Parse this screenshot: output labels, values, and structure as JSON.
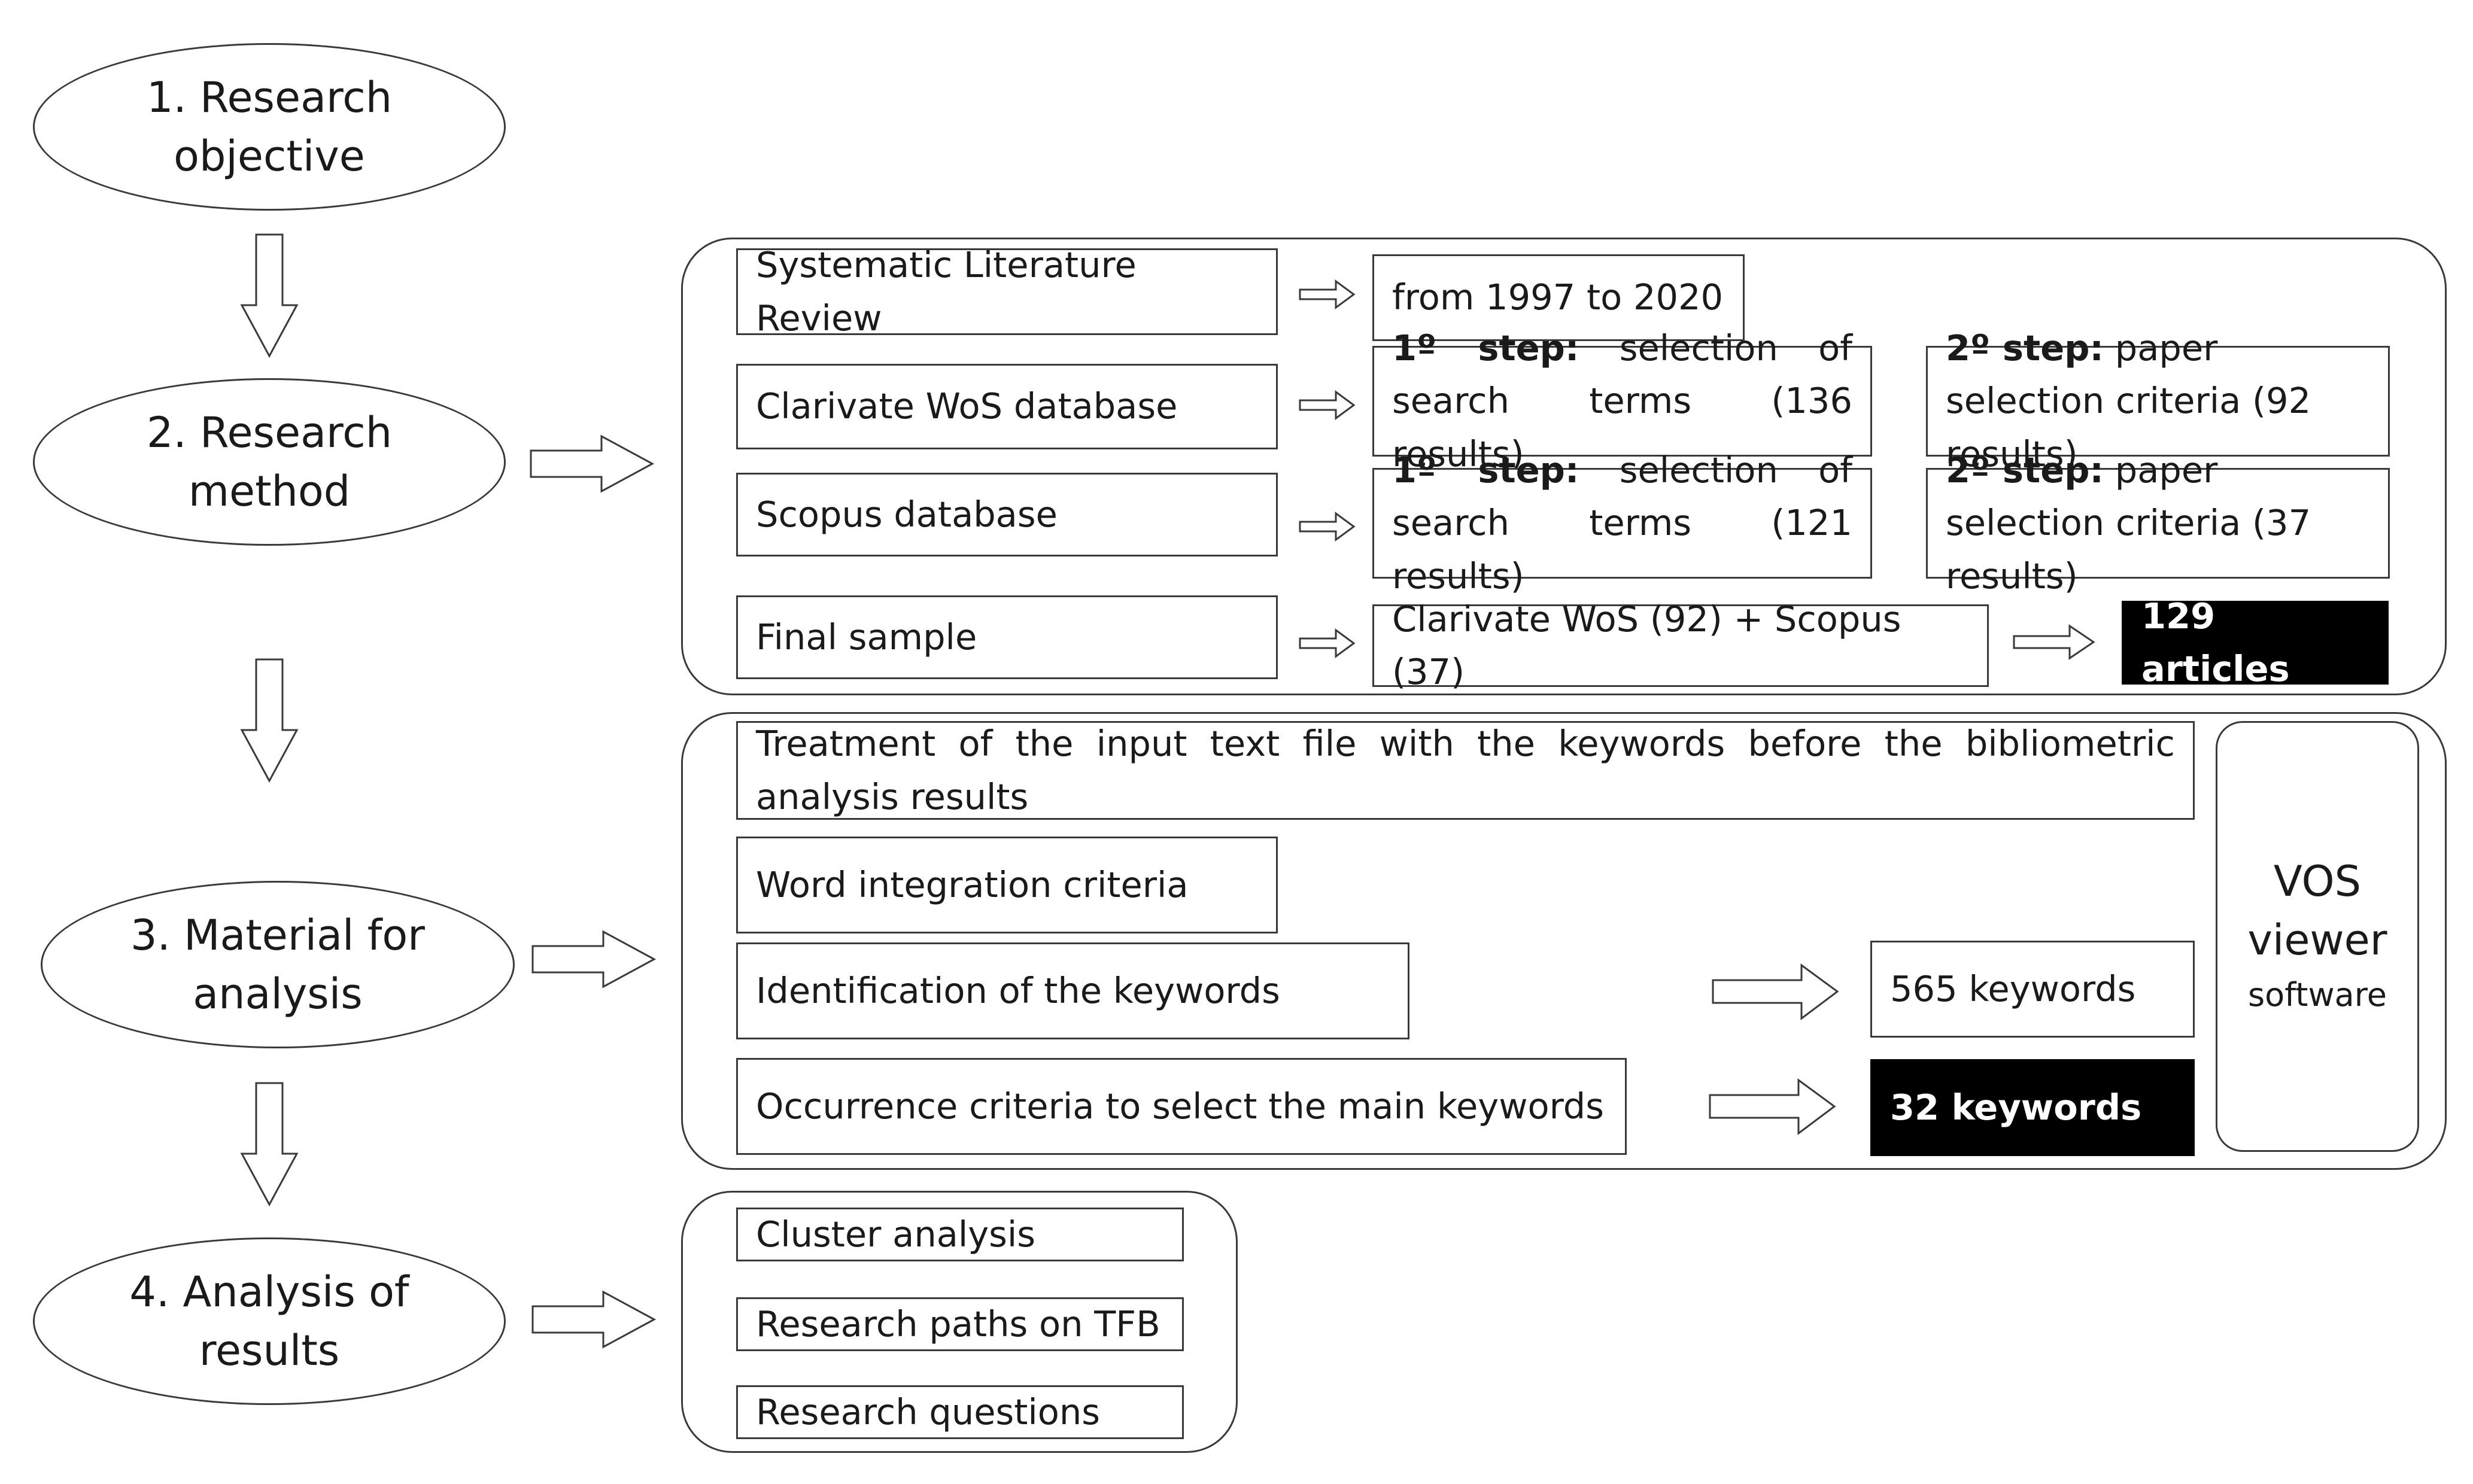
{
  "stages": [
    {
      "line1": "1. Research",
      "line2": "objective"
    },
    {
      "line1": "2. Research",
      "line2": "method"
    },
    {
      "line1": "3. Material for",
      "line2": "analysis"
    },
    {
      "line1": "4. Analysis of",
      "line2": "results"
    }
  ],
  "method": {
    "slr": "Systematic Literature Review",
    "years": "from 1997 to 2020",
    "wos": "Clarivate WoS database",
    "wos_step1_bold": "1º step:",
    "wos_step1_text": "selection of search terms (136 results)",
    "wos_step2_bold": "2º step:",
    "wos_step2_text": "paper selection criteria (92 results)",
    "scopus": "Scopus database",
    "scopus_step1_bold": "1º step:",
    "scopus_step1_text": "selection of search terms (121 results)",
    "scopus_step2_bold": "2º step:",
    "scopus_step2_text": "paper selection criteria (37 results)",
    "final": "Final sample",
    "final_combo": "Clarivate WoS (92) + Scopus (37)",
    "final_result": "129 articles"
  },
  "material": {
    "treatment": "Treatment of the input text file with the keywords before the bibliometric analysis results",
    "integration": "Word integration criteria",
    "identification": "Identification of the keywords",
    "keywords_all": "565 keywords",
    "occurrence": "Occurrence criteria to select the main keywords",
    "keywords_main": "32 keywords",
    "vos_line1": "VOS",
    "vos_line2": "viewer",
    "vos_line3": "software"
  },
  "results": {
    "cluster": "Cluster analysis",
    "paths": "Research paths on TFB",
    "questions": "Research questions"
  }
}
